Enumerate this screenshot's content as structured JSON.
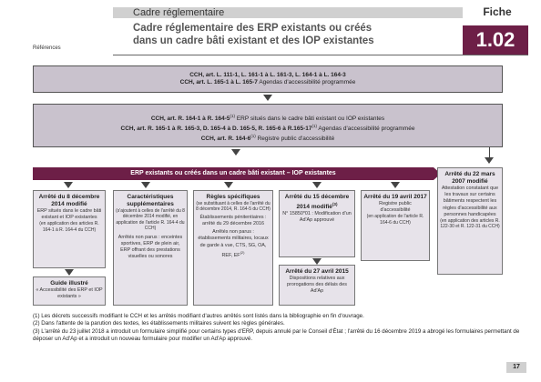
{
  "header": {
    "section": "Cadre réglementaire",
    "title_line1": "Cadre réglementaire des ERP existants ou créés",
    "title_line2": "dans un cadre bâti existant et des IOP existantes",
    "references_label": "Références",
    "fiche_label": "Fiche",
    "fiche_number": "1.02"
  },
  "box1": {
    "line1": "CCH, art. L. 111-1, L. 161-1 à L. 161-3, L. 164-1 à L. 164-3",
    "line2": "CCH, art. L. 165-1 à L. 165-7",
    "line2_tail": " Agendas d'accessibilité programmée"
  },
  "box2": {
    "line1": "CCH, art. R. 164-1 à R. 164-5",
    "line1_sup": "(1)",
    "line1_tail": " ERP situés dans le cadre bâti existant ou IOP existantes",
    "line2": "CCH, art. R. 165-1 à R. 165-3, D. 165-4 à D. 165-5, R. 165-6 à R.165-17",
    "line2_sup": "(1)",
    "line2_tail": " Agendas d'accessibilité programmée",
    "line3": "CCH, art. R. 164-6",
    "line3_sup": "(1)",
    "line3_tail": " Registre public d'accessibilité"
  },
  "banner": "ERP existants ou créés dans un cadre bâti existant – IOP existantes",
  "columns": {
    "c1": {
      "title": "Arrêté du 8 décembre 2014 modifié",
      "body": "ERP situés dans le cadre bâti existant et IOP existantes",
      "note": "(en application des articles R. 164-1 à R. 164-4 du CCH)"
    },
    "c1b": {
      "title": "Guide illustré",
      "body": "« Accessibilité des ERP et IOP existants »"
    },
    "c2": {
      "title": "Caractéristiques supplémentaires",
      "body1": "(s'ajoutent à celles de l'arrêté du 8 décembre 2014 modifié, en application de l'article R. 164-4 du CCH)",
      "body2": "Arrêtés non parus : enceintes sportives, ERP de plein air, ERP offrant des prestations visuelles ou sonores"
    },
    "c3": {
      "title": "Règles spécifiques",
      "body1": "(se substituant à celles de l'arrêté du 8 décembre 2014, R. 164-5 du CCH)",
      "body2": "Établissements pénitentiaires : arrêté du 29 décembre 2016",
      "body3": "Arrêtés non parus : établissements militaires, locaux de garde à vue, CTS, SG, OA, REF, EF",
      "body3_sup": "(2)"
    },
    "c4": {
      "title": "Arrêté du 15 décembre 2014 modifié",
      "title_sup": "(3)",
      "body": "N° 15850*01 : Modification d'un Ad'Ap approuvé"
    },
    "c4b": {
      "title": "Arrêté du 27 avril 2015",
      "body": "Dispositions relatives aux prorogations des délais des Ad'Ap"
    },
    "c5": {
      "title": "Arrêté du 19 avril 2017",
      "body": "Registre public d'accessibilité",
      "note": "(en application de l'article R. 164-6 du CCH)"
    },
    "c6": {
      "title": "Arrêté du 22 mars 2007 modifié",
      "body": "Attestation constatant que les travaux sur certains bâtiments respectent les règles d'accessibilité aux personnes handicapées",
      "note": "(en application des articles R. 122-30 et R. 122-31 du CCH)"
    }
  },
  "notes": [
    "(1) Les décrets successifs modifiant le CCH et les arrêtés modifiant d'autres arrêtés sont listés dans la bibliographie en fin d'ouvrage.",
    "(2) Dans l'attente de la parution des textes, les établissements militaires suivent les règles générales.",
    "(3) L'arrêté du 23 juillet 2018 a introduit un formulaire simplifié pour certains types d'ERP, depuis annulé par le Conseil d'État ; l'arrêté du 16 décembre 2019 a abrogé les formulaires permettant de déposer un Ad'Ap et a introduit un nouveau formulaire pour modifier un Ad'Ap approuvé."
  ],
  "page_number": "17",
  "colors": {
    "accent": "#6d1f47",
    "box_fill": "#c9c2cd",
    "col_fill": "#e7e3ea"
  }
}
